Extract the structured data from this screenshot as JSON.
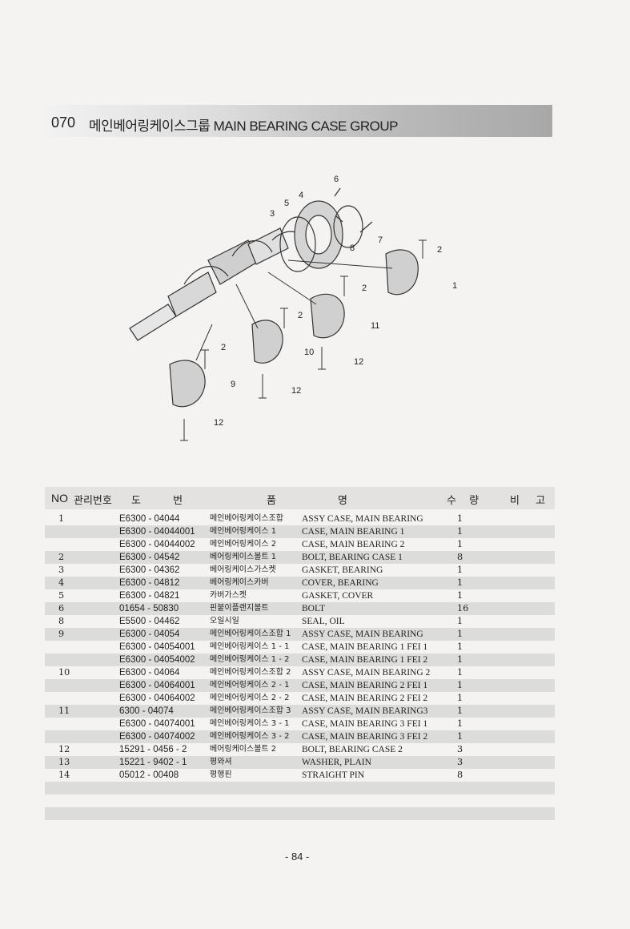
{
  "header": {
    "code": "070",
    "title": "메인베어링케이스그룹 MAIN BEARING CASE GROUP"
  },
  "diagram": {
    "callouts": [
      "1",
      "2",
      "3",
      "4",
      "5",
      "6",
      "7",
      "8",
      "9",
      "10",
      "11",
      "12"
    ]
  },
  "table": {
    "columns": {
      "no": "NO",
      "mgmt": "관리번호",
      "drawing": "도 번",
      "part_name_a": "품",
      "part_name_b": "명",
      "qty": "수 량",
      "remarks": "비 고"
    },
    "rows": [
      {
        "no": "1",
        "drawing": "E6300 - 04044",
        "kr": "메인베어링케이스조합",
        "en": "ASSY CASE, MAIN BEARING",
        "qty": "1"
      },
      {
        "no": "",
        "drawing": "E6300 - 04044001",
        "kr": "메인베어링케이스 1",
        "en": "CASE, MAIN BEARING 1",
        "qty": "1"
      },
      {
        "no": "",
        "drawing": "E6300 - 04044002",
        "kr": "메인베어링케이스 2",
        "en": "CASE, MAIN BEARING 2",
        "qty": "1"
      },
      {
        "no": "2",
        "drawing": "E6300 - 04542",
        "kr": "베어링케이스볼트 1",
        "en": "BOLT, BEARING CASE 1",
        "qty": "8"
      },
      {
        "no": "3",
        "drawing": "E6300 - 04362",
        "kr": "베어링케이스가스켓",
        "en": "GASKET, BEARING",
        "qty": "1"
      },
      {
        "no": "4",
        "drawing": "E6300 - 04812",
        "kr": "베어링케이스카버",
        "en": "COVER, BEARING",
        "qty": "1"
      },
      {
        "no": "5",
        "drawing": "E6300 - 04821",
        "kr": "카버가스켓",
        "en": "GASKET, COVER",
        "qty": "1"
      },
      {
        "no": "6",
        "drawing": "01654 - 50830",
        "kr": "핀붙이플랜지볼트",
        "en": "BOLT",
        "qty": "16"
      },
      {
        "no": "8",
        "drawing": "E5500 - 04462",
        "kr": "오일시일",
        "en": "SEAL, OIL",
        "qty": "1"
      },
      {
        "no": "9",
        "drawing": "E6300 - 04054",
        "kr": "메인베어링케이스조합 1",
        "en": "ASSY CASE, MAIN BEARING",
        "qty": "1"
      },
      {
        "no": "",
        "drawing": "E6300 - 04054001",
        "kr": "메인베어링케이스 1 - 1",
        "en": "CASE, MAIN BEARING 1 FEI 1",
        "qty": "1"
      },
      {
        "no": "",
        "drawing": "E6300 - 04054002",
        "kr": "메인베어링케이스 1 - 2",
        "en": "CASE, MAIN BEARING 1 FEI 2",
        "qty": "1"
      },
      {
        "no": "10",
        "drawing": "E6300 - 04064",
        "kr": "메인베어링케이스조합 2",
        "en": "ASSY CASE, MAIN BEARING 2",
        "qty": "1"
      },
      {
        "no": "",
        "drawing": "E6300 - 04064001",
        "kr": "메인베어링케이스 2 - 1",
        "en": "CASE, MAIN BEARING 2 FEI 1",
        "qty": "1"
      },
      {
        "no": "",
        "drawing": "E6300 - 04064002",
        "kr": "메인베어링케이스 2 - 2",
        "en": "CASE, MAIN BEARING 2 FEI 2",
        "qty": "1"
      },
      {
        "no": "11",
        "drawing": "6300 - 04074",
        "kr": "메인베어링케이스조합 3",
        "en": "ASSY CASE, MAIN BEARING3",
        "qty": "1"
      },
      {
        "no": "",
        "drawing": "E6300 - 04074001",
        "kr": "메인베어링케이스 3 - 1",
        "en": "CASE, MAIN BEARING 3 FEI 1",
        "qty": "1"
      },
      {
        "no": "",
        "drawing": "E6300 - 04074002",
        "kr": "메인베어링케이스 3 - 2",
        "en": "CASE, MAIN BEARING 3 FEI 2",
        "qty": "1"
      },
      {
        "no": "12",
        "drawing": "15291 - 0456 - 2",
        "kr": "베어링케이스볼트 2",
        "en": "BOLT, BEARING CASE 2",
        "qty": "3"
      },
      {
        "no": "13",
        "drawing": "15221 - 9402 - 1",
        "kr": "평와셔",
        "en": "WASHER, PLAIN",
        "qty": "3"
      },
      {
        "no": "14",
        "drawing": "05012 - 00408",
        "kr": "평행핀",
        "en": "STRAIGHT PIN",
        "qty": "8"
      }
    ]
  },
  "footer": {
    "page_number": "- 84 -"
  }
}
